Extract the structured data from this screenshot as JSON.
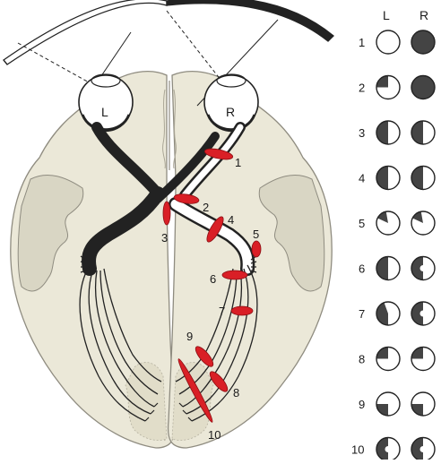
{
  "colors": {
    "brain_fill": "#ebe8d8",
    "brain_stroke": "#8f8c80",
    "cortex_fill": "#d9d6c4",
    "pathway_dark": "#222222",
    "lesion_red": "#d91f26",
    "defect": "#444444"
  },
  "eyes": {
    "left": "L",
    "right": "R"
  },
  "columns": {
    "left": "L",
    "right": "R"
  },
  "lesions": [
    {
      "id": "1",
      "label": "1"
    },
    {
      "id": "2",
      "label": "2"
    },
    {
      "id": "3",
      "label": "3"
    },
    {
      "id": "4",
      "label": "4"
    },
    {
      "id": "5",
      "label": "5"
    },
    {
      "id": "6",
      "label": "6"
    },
    {
      "id": "7",
      "label": "7"
    },
    {
      "id": "8",
      "label": "8"
    },
    {
      "id": "9",
      "label": "9"
    },
    {
      "id": "10",
      "label": "10"
    }
  ],
  "field_rows": [
    {
      "label": "1",
      "left": "normal",
      "right": "blind"
    },
    {
      "label": "2",
      "left": "upper-temporal-quadrant",
      "right": "blind"
    },
    {
      "label": "3",
      "left": "temporal-half",
      "right": "temporal-half"
    },
    {
      "label": "4",
      "left": "left-half",
      "right": "left-half"
    },
    {
      "label": "5",
      "left": "upper-left-wedge",
      "right": "upper-left-wedge"
    },
    {
      "label": "6",
      "left": "left-half",
      "right": "left-half-macular-sparing"
    },
    {
      "label": "7",
      "left": "left-half-lower-heavy",
      "right": "left-half-macular-sparing"
    },
    {
      "label": "8",
      "left": "upper-left-quadrant",
      "right": "upper-left-quadrant"
    },
    {
      "label": "9",
      "left": "lower-left-quadrant",
      "right": "lower-left-quadrant"
    },
    {
      "label": "10",
      "left": "left-half-macular-sparing",
      "right": "left-half-macular-sparing"
    }
  ]
}
